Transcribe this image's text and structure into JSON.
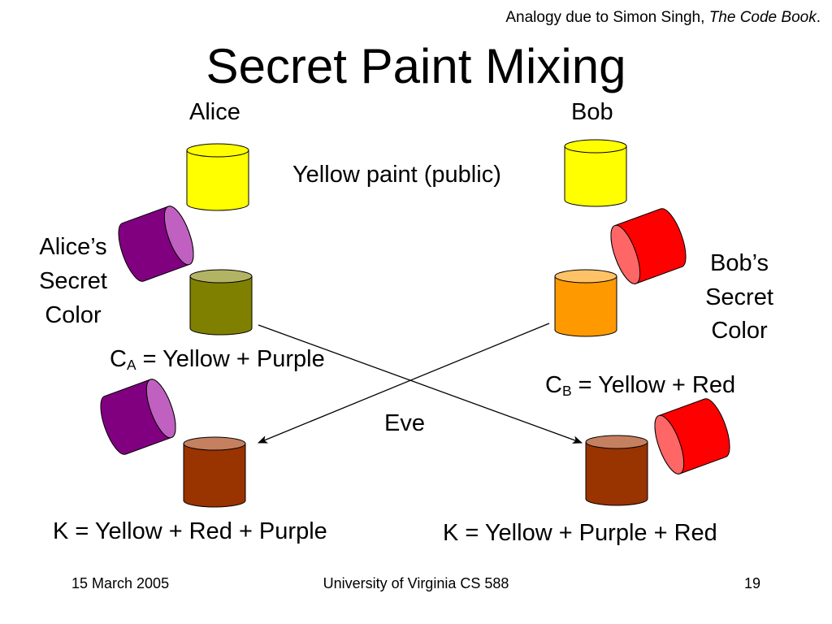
{
  "header": {
    "credit_prefix": "Analogy due to Simon Singh, ",
    "credit_book": "The Code Book",
    "credit_suffix": ".",
    "title": "Secret Paint Mixing"
  },
  "labels": {
    "alice": "Alice",
    "bob": "Bob",
    "public_paint": "Yellow paint (public)",
    "alice_secret": [
      "Alice’s",
      "Secret",
      "Color"
    ],
    "bob_secret": [
      "Bob’s",
      "Secret",
      "Color"
    ],
    "ca_var": "C",
    "ca_sub": "A",
    "ca_rest": " = Yellow + Purple",
    "cb_var": "C",
    "cb_sub": "B",
    "cb_rest": " = Yellow + Red",
    "eve": "Eve",
    "k_left": "K = Yellow + Red + Purple",
    "k_right": "K = Yellow + Purple + Red"
  },
  "footer": {
    "date": "15 March 2005",
    "course": "University of Virginia CS 588",
    "page": "19"
  },
  "colors": {
    "yellow": "#ffff00",
    "purple": "#800080",
    "purple_top": "#c060c0",
    "red": "#ff0000",
    "red_top": "#ff6666",
    "olive": "#808000",
    "olive_top": "#b3b366",
    "orange": "#ff9900",
    "orange_top": "#ffc266",
    "brown": "#993300",
    "brown_top": "#c58060"
  }
}
